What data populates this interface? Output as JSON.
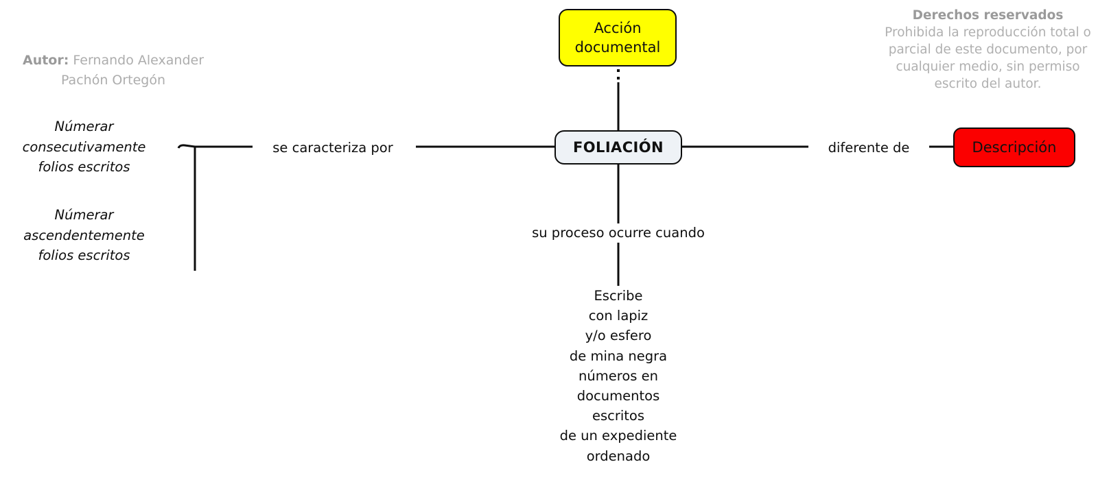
{
  "meta": {
    "author_label": "Autor:",
    "author_name_line1": "Fernando Alexander",
    "author_name_line2": "Pachón Ortegón",
    "rights_title": "Derechos reservados",
    "rights_body": "Prohibida la reproducción total o parcial de este documento, por cualquier medio, sin permiso escrito del autor."
  },
  "nodes": {
    "accion": {
      "label": "Acción\ndocumental",
      "color": "#ffff00"
    },
    "foliacion": {
      "label": "FOLIACIÓN",
      "color": "#eef2f6"
    },
    "descripcion": {
      "label": "Descripción",
      "color": "#fb0000"
    }
  },
  "labels": {
    "numerar_consecutivamente": "Númerar\nconsecutivamente\nfolios escritos",
    "numerar_ascendentemente": "Númerar\nascendentemente\nfolios escritos",
    "se_caracteriza_por": "se caracteriza por",
    "diferente_de": "diferente de",
    "su_proceso_ocurre_cuando": "su proceso ocurre cuando",
    "escribe_block": "Escribe\ncon lapiz\ny/o esfero\nde mina negra\nnúmeros en\ndocumentos\nescritos\nde un expediente\nordenado"
  },
  "colors": {
    "line": "#0d0d0d",
    "text": "#0d0d0d",
    "muted": "#b0b0b0",
    "muted_bold": "#9a9a9a",
    "background": "#ffffff"
  }
}
